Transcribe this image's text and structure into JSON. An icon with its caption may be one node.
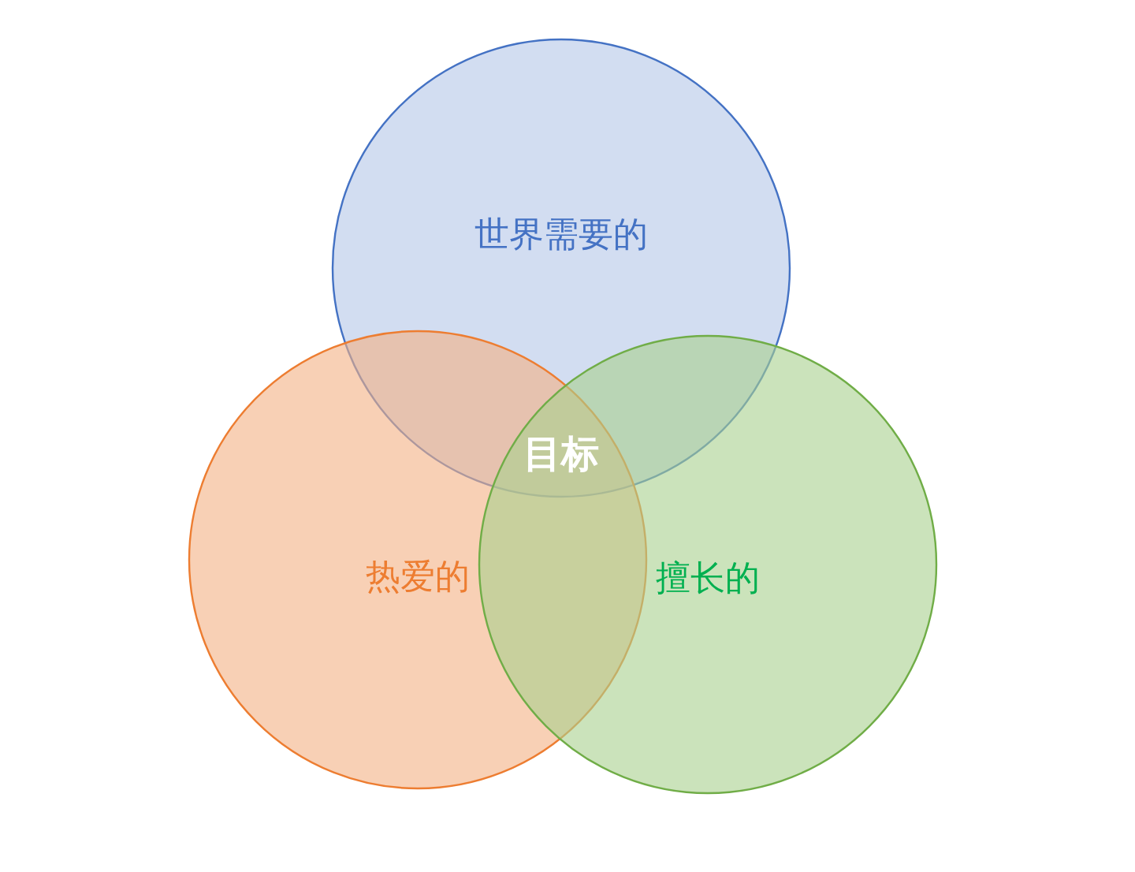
{
  "diagram": {
    "nodes": [
      {
        "text": [
          "世界需要的"
        ]
      },
      {
        "text": [
          "热爱的"
        ]
      },
      {
        "text": [
          "擅长的"
        ]
      }
    ],
    "labels": [
      "目标"
    ]
  }
}
